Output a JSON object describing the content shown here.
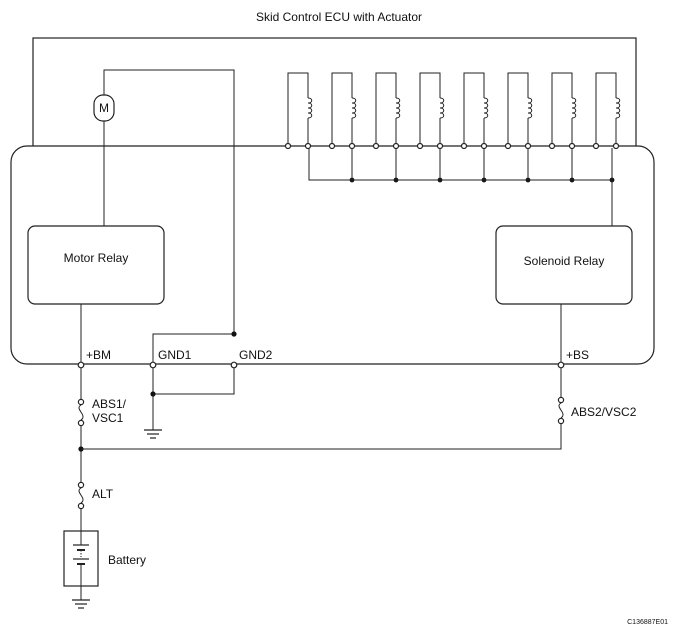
{
  "diagram": {
    "title": "Skid Control ECU with Actuator",
    "motor_symbol": "M",
    "motor_relay_label": "Motor Relay",
    "solenoid_relay_label": "Solenoid Relay",
    "terminals": {
      "bm": "+BM",
      "gnd1": "GND1",
      "gnd2": "GND2",
      "bs": "+BS"
    },
    "fuses": {
      "abs1_line1": "ABS1/",
      "abs1_line2": "VSC1",
      "abs2": "ABS2/VSC2",
      "alt": "ALT"
    },
    "battery_label": "Battery",
    "figure_code": "C136887E01"
  }
}
